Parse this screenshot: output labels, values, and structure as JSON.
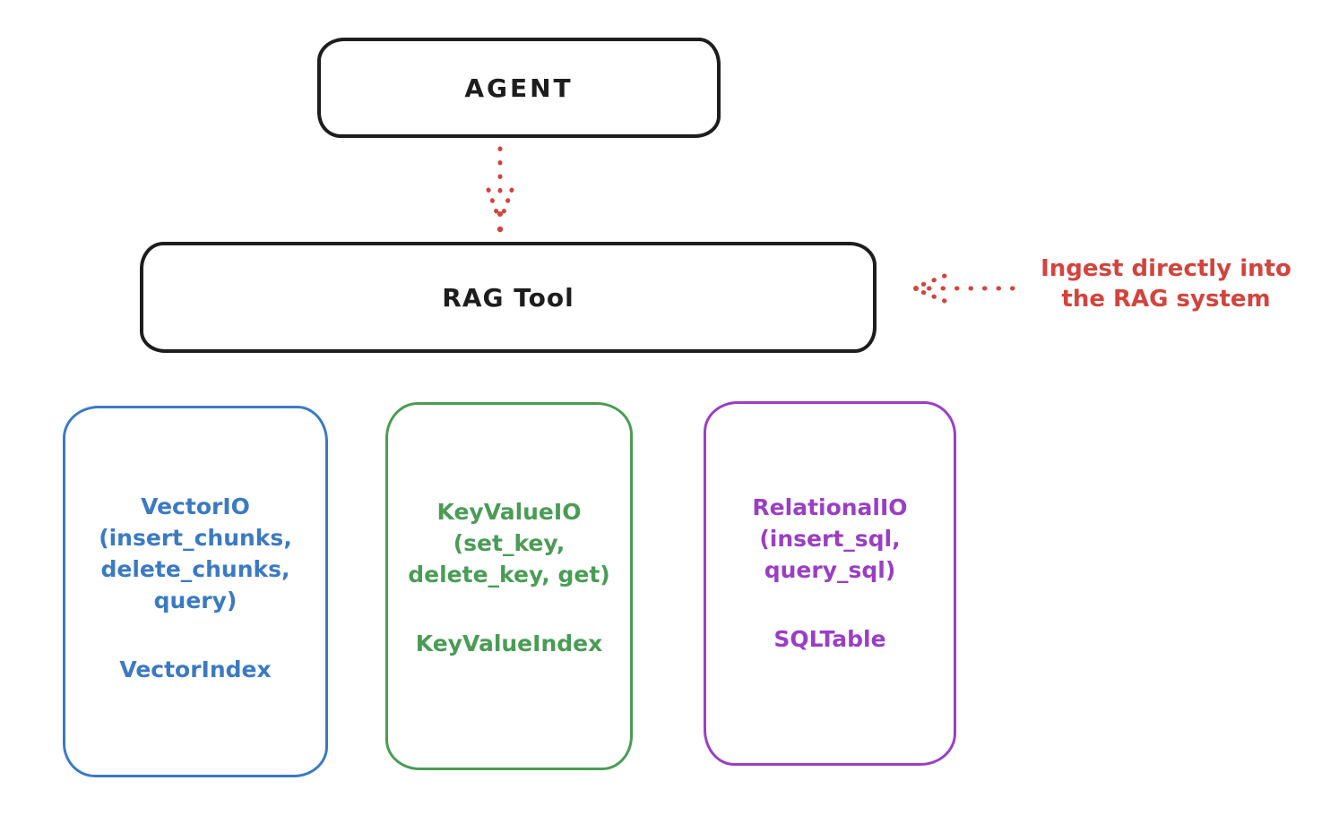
{
  "diagram": {
    "agent": {
      "label": "AGENT"
    },
    "rag_tool": {
      "label": "RAG Tool"
    },
    "annotation": {
      "line1": "Ingest directly into",
      "line2": "the RAG system",
      "color": "#d2443d"
    },
    "arrows": {
      "agent_to_rag": "dotted-down-arrow",
      "ingest_to_rag": "dotted-left-arrow",
      "color": "#d2443d"
    },
    "stores": [
      {
        "id": "vector-io",
        "color": "#3b7ac2",
        "lines": [
          "VectorIO",
          "(insert_chunks,",
          "delete_chunks,",
          "query)"
        ],
        "index_label": "VectorIndex"
      },
      {
        "id": "keyvalue-io",
        "color": "#4a9c55",
        "lines": [
          "KeyValueIO",
          "(set_key,",
          "delete_key, get)"
        ],
        "index_label": "KeyValueIndex"
      },
      {
        "id": "relational-io",
        "color": "#9a3fc4",
        "lines": [
          "RelationalIO",
          "(insert_sql,",
          "query_sql)"
        ],
        "index_label": "SQLTable"
      }
    ]
  }
}
